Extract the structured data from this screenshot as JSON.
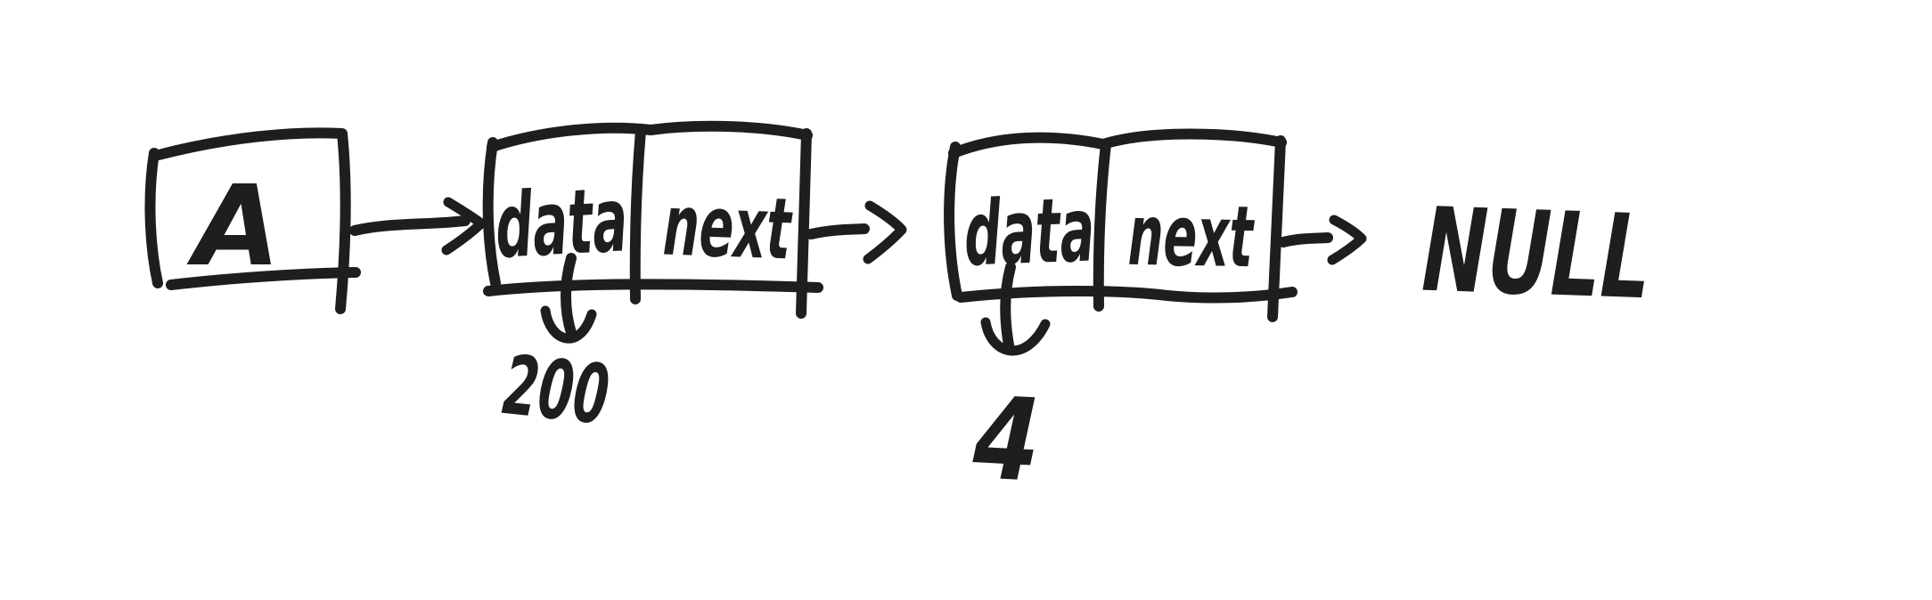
{
  "canvas": {
    "background_color": "#ffffff",
    "ink_color": "#1e1e1e"
  },
  "diagram": {
    "type": "singly-linked-list-sketch",
    "head": {
      "label": "A"
    },
    "nodes": [
      {
        "data_label": "data",
        "next_label": "next",
        "value": "200"
      },
      {
        "data_label": "data",
        "next_label": "next",
        "value": "4"
      }
    ],
    "terminator": "NULL"
  }
}
